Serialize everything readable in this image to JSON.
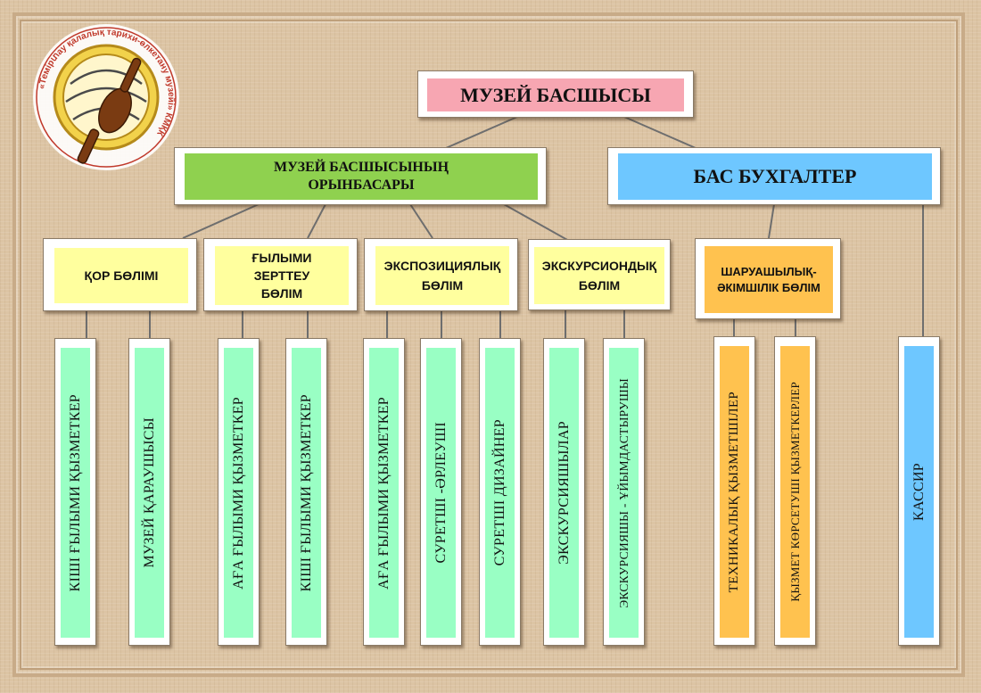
{
  "logo": {
    "ring_text": "«Темірտау қалалық тарихи-өлкетану музейі» КМҚК"
  },
  "head": {
    "label": "МУЗЕЙ БАСШЫСЫ"
  },
  "deputy": {
    "label": "МУЗЕЙ БАСШЫСЫНЫҢ ОРЫНБАСАРЫ"
  },
  "accountant": {
    "label": "БАС БУХГАЛТЕР"
  },
  "departments": [
    {
      "label": "ҚОР БӨЛІМІ"
    },
    {
      "label": "ҒЫЛЫМИ ЗЕРТТЕУ БӨЛІМ"
    },
    {
      "label": "ЭКСПОЗИЦИЯЛЫҚ БӨЛІМ"
    },
    {
      "label": "ЭКСКУРСИОНДЫҚ БӨЛІМ"
    },
    {
      "label": "ШАРУАШЫЛЫҚ-ӘКІМШІЛІК БӨЛІМ"
    }
  ],
  "staff": [
    {
      "label": "КІШІ ҒЫЛЫМИ ҚЫЗМЕТКЕР"
    },
    {
      "label": "МУЗЕЙ ҚАРАУШЫСЫ"
    },
    {
      "label": "АҒА ҒЫЛЫМИ ҚЫЗМЕТКЕР"
    },
    {
      "label": "КІШІ ҒЫЛЫМИ ҚЫЗМЕТКЕР"
    },
    {
      "label": "АҒА ҒЫЛЫМИ ҚЫЗМЕТКЕР"
    },
    {
      "label": "СУРЕТШІ -ӘРЛЕУШІ"
    },
    {
      "label": "СУРЕТШІ ДИЗАЙНЕР"
    },
    {
      "label": "ЭКСКУРСИЯШЫЛАР"
    },
    {
      "label": "ЭКСКУРСИЯШЫ - ҰЙЫМДАСТЫРУШЫ"
    },
    {
      "label": "ТЕХНИКАЛЫҚ ҚЫЗМЕТШІЛЕР"
    },
    {
      "label": "ҚЫЗМЕТ КӨРСЕТУШІ ҚЫЗМЕТКЕРЛЕР"
    },
    {
      "label": "КАССИР"
    }
  ],
  "colors": {
    "head": "#f7a6b2",
    "deputy": "#8fd14f",
    "accountant": "#6ec7ff",
    "department": "#ffff9e",
    "admin_department": "#ffc24f",
    "staff": "#99ffc4",
    "staff_admin": "#ffc24f",
    "cashier": "#6ec7ff"
  }
}
